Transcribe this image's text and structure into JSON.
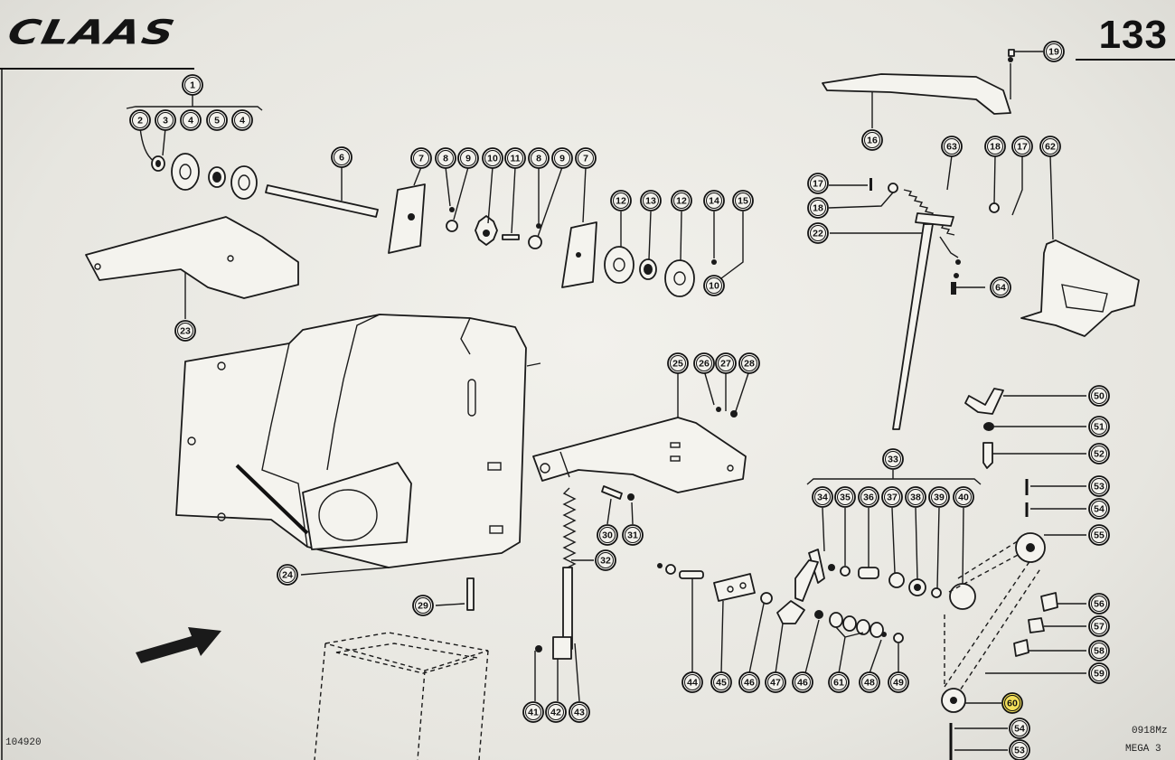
{
  "header": {
    "brand": "CLAAS",
    "page_number": "133"
  },
  "footer": {
    "drawing_id": "104920",
    "date_code": "0918Mz",
    "model_code": "MEGA 3"
  },
  "callouts": [
    {
      "id": "c1",
      "label": "1"
    },
    {
      "id": "c2",
      "label": "2"
    },
    {
      "id": "c3",
      "label": "3"
    },
    {
      "id": "c4a",
      "label": "4"
    },
    {
      "id": "c5",
      "label": "5"
    },
    {
      "id": "c4b",
      "label": "4"
    },
    {
      "id": "c6",
      "label": "6"
    },
    {
      "id": "c7a",
      "label": "7"
    },
    {
      "id": "c8a",
      "label": "8"
    },
    {
      "id": "c9a",
      "label": "9"
    },
    {
      "id": "c10a",
      "label": "10"
    },
    {
      "id": "c11",
      "label": "11"
    },
    {
      "id": "c8b",
      "label": "8"
    },
    {
      "id": "c9b",
      "label": "9"
    },
    {
      "id": "c7b",
      "label": "7"
    },
    {
      "id": "c12a",
      "label": "12"
    },
    {
      "id": "c13",
      "label": "13"
    },
    {
      "id": "c12b",
      "label": "12"
    },
    {
      "id": "c14",
      "label": "14"
    },
    {
      "id": "c15",
      "label": "15"
    },
    {
      "id": "c10b",
      "label": "10"
    },
    {
      "id": "c23",
      "label": "23"
    },
    {
      "id": "c19",
      "label": "19"
    },
    {
      "id": "c16",
      "label": "16"
    },
    {
      "id": "c63",
      "label": "63"
    },
    {
      "id": "c18a",
      "label": "18"
    },
    {
      "id": "c17a",
      "label": "17"
    },
    {
      "id": "c62",
      "label": "62"
    },
    {
      "id": "c17b",
      "label": "17"
    },
    {
      "id": "c18b",
      "label": "18"
    },
    {
      "id": "c22",
      "label": "22"
    },
    {
      "id": "c64",
      "label": "64"
    },
    {
      "id": "c25",
      "label": "25"
    },
    {
      "id": "c26",
      "label": "26"
    },
    {
      "id": "c27",
      "label": "27"
    },
    {
      "id": "c28",
      "label": "28"
    },
    {
      "id": "c30",
      "label": "30"
    },
    {
      "id": "c31",
      "label": "31"
    },
    {
      "id": "c32",
      "label": "32"
    },
    {
      "id": "c24",
      "label": "24"
    },
    {
      "id": "c29",
      "label": "29"
    },
    {
      "id": "c41",
      "label": "41"
    },
    {
      "id": "c42",
      "label": "42"
    },
    {
      "id": "c43",
      "label": "43"
    },
    {
      "id": "c33",
      "label": "33"
    },
    {
      "id": "c34",
      "label": "34"
    },
    {
      "id": "c35",
      "label": "35"
    },
    {
      "id": "c36",
      "label": "36"
    },
    {
      "id": "c37",
      "label": "37"
    },
    {
      "id": "c38",
      "label": "38"
    },
    {
      "id": "c39",
      "label": "39"
    },
    {
      "id": "c40",
      "label": "40"
    },
    {
      "id": "c44",
      "label": "44"
    },
    {
      "id": "c45",
      "label": "45"
    },
    {
      "id": "c46a",
      "label": "46"
    },
    {
      "id": "c47",
      "label": "47"
    },
    {
      "id": "c46b",
      "label": "46"
    },
    {
      "id": "c61",
      "label": "61"
    },
    {
      "id": "c48",
      "label": "48"
    },
    {
      "id": "c49",
      "label": "49"
    },
    {
      "id": "c50",
      "label": "50"
    },
    {
      "id": "c51",
      "label": "51"
    },
    {
      "id": "c52",
      "label": "52"
    },
    {
      "id": "c53a",
      "label": "53"
    },
    {
      "id": "c54a",
      "label": "54"
    },
    {
      "id": "c55",
      "label": "55"
    },
    {
      "id": "c56",
      "label": "56"
    },
    {
      "id": "c57",
      "label": "57"
    },
    {
      "id": "c58",
      "label": "58"
    },
    {
      "id": "c59",
      "label": "59"
    },
    {
      "id": "c60",
      "label": "60",
      "highlight": true
    },
    {
      "id": "c54b",
      "label": "54"
    },
    {
      "id": "c53b",
      "label": "53"
    }
  ],
  "colors": {
    "line": "#1a1a1a",
    "paper": "#f2f1ec",
    "highlight": "#f4e05a"
  },
  "icons": {
    "direction_arrow": "arrow-up-right-icon"
  }
}
